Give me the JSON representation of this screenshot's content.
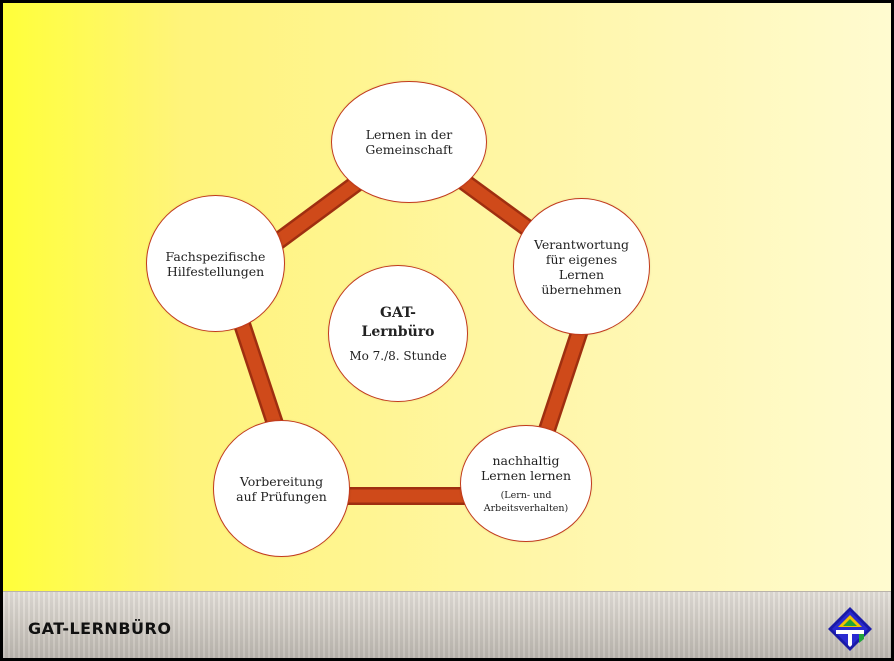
{
  "colors": {
    "ring": "#cf4a1a",
    "ring_edge": "#9f2f10",
    "node_border": "#c23a1d"
  },
  "center": {
    "title_line1": "GAT-",
    "title_line2": "Lernbüro",
    "subtitle": "Mo 7./8. Stunde"
  },
  "nodes": [
    {
      "lines": [
        "Lernen in der",
        "Gemeinschaft"
      ]
    },
    {
      "lines": [
        "Verantwortung",
        "für eigenes",
        "Lernen",
        "übernehmen"
      ]
    },
    {
      "lines": [
        "nachhaltig",
        "Lernen lernen"
      ],
      "sub": [
        "(Lern- und",
        "Arbeitsverhalten)"
      ]
    },
    {
      "lines": [
        "Vorbereitung",
        "auf Prüfungen"
      ]
    },
    {
      "lines": [
        "Fachspezifische",
        "Hilfestellungen"
      ]
    }
  ],
  "footer": {
    "title": "GAT-LERNBÜRO",
    "logo_icon": "school-diamond-logo-icon"
  }
}
